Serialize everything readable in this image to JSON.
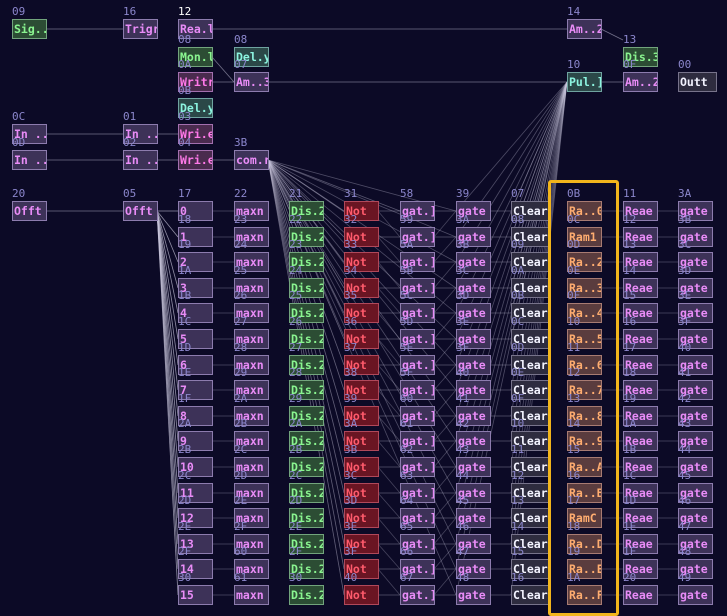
{
  "colors": {
    "background": "#0c0a26",
    "highlight": "#f2b51c"
  },
  "nodes": [
    {
      "id": "09",
      "label": "Sig..t",
      "kind": "green"
    },
    {
      "id": "16",
      "label": "Trigr",
      "kind": "pink"
    },
    {
      "id": "12",
      "label": "Rea.l",
      "kind": "pink",
      "bright": true
    },
    {
      "id": "08",
      "label": "Mon.l",
      "kind": "green"
    },
    {
      "id": "08",
      "label": "Del.y",
      "kind": "cyan"
    },
    {
      "id": "0A",
      "label": "Writr",
      "kind": "magenta"
    },
    {
      "id": "07",
      "label": "Am..3",
      "kind": "pink"
    },
    {
      "id": "0B",
      "label": "Del.y",
      "kind": "cyan"
    },
    {
      "id": "14",
      "label": "Am..2",
      "kind": "pink"
    },
    {
      "id": "13",
      "label": "Dis.3",
      "kind": "green"
    },
    {
      "id": "10",
      "label": "Pul.]",
      "kind": "cyan"
    },
    {
      "id": "0F",
      "label": "Am..2",
      "kind": "pink"
    },
    {
      "id": "00",
      "label": "Outt",
      "kind": "white"
    },
    {
      "id": "0C",
      "label": "In ..h",
      "kind": "pink"
    },
    {
      "id": "01",
      "label": "In ..h",
      "kind": "pink"
    },
    {
      "id": "03",
      "label": "Wri.e",
      "kind": "magenta"
    },
    {
      "id": "0D",
      "label": "In ..w",
      "kind": "pink"
    },
    {
      "id": "02",
      "label": "In ..w",
      "kind": "pink"
    },
    {
      "id": "04",
      "label": "Wri.e",
      "kind": "magenta"
    },
    {
      "id": "3B",
      "label": "com.r",
      "kind": "pink"
    },
    {
      "id": "20",
      "label": "Offt",
      "kind": "pink"
    },
    {
      "id": "05",
      "label": "Offt",
      "kind": "pink"
    }
  ],
  "columns": [
    {
      "kind": "pink",
      "ids": [
        "17",
        "18",
        "19",
        "1A",
        "1B",
        "1C",
        "1D",
        "1E",
        "1F",
        "2A",
        "2B",
        "2C",
        "2D",
        "2E",
        "2F",
        "30"
      ],
      "labels": [
        "0",
        "1",
        "2",
        "3",
        "4",
        "5",
        "6",
        "7",
        "8",
        "9",
        "10",
        "11",
        "12",
        "13",
        "14",
        "15"
      ]
    },
    {
      "kind": "pink",
      "ids": [
        "22",
        "23",
        "24",
        "25",
        "26",
        "27",
        "28",
        "29",
        "2A",
        "2B",
        "2C",
        "2D",
        "2E",
        "2F",
        "60",
        "61"
      ],
      "labels": [
        "maxn",
        "maxn",
        "maxn",
        "maxn",
        "maxn",
        "maxn",
        "maxn",
        "maxn",
        "maxn",
        "maxn",
        "maxn",
        "maxn",
        "maxn",
        "maxn",
        "maxn",
        "maxn"
      ]
    },
    {
      "kind": "green",
      "ids": [
        "21",
        "22",
        "23",
        "24",
        "25",
        "26",
        "27",
        "28",
        "29",
        "2A",
        "2B",
        "2C",
        "2D",
        "2E",
        "2F",
        "30"
      ],
      "labels": [
        "Dis.2",
        "Dis.2",
        "Dis.2",
        "Dis.2",
        "Dis.2",
        "Dis.2",
        "Dis.2",
        "Dis.2",
        "Dis.2",
        "Dis.2",
        "Dis.2",
        "Dis.2",
        "Dis.2",
        "Dis.2",
        "Dis.2",
        "Dis.2"
      ]
    },
    {
      "kind": "red",
      "ids": [
        "31",
        "32",
        "33",
        "34",
        "35",
        "36",
        "37",
        "38",
        "39",
        "3A",
        "3B",
        "3C",
        "3D",
        "3E",
        "3F",
        "40"
      ],
      "labels": [
        "Not",
        "Not",
        "Not",
        "Not",
        "Not",
        "Not",
        "Not",
        "Not",
        "Not",
        "Not",
        "Not",
        "Not",
        "Not",
        "Not",
        "Not",
        "Not"
      ]
    },
    {
      "kind": "pink",
      "ids": [
        "58",
        "59",
        "5A",
        "5B",
        "5C",
        "5D",
        "5E",
        "5F",
        "60",
        "61",
        "62",
        "63",
        "64",
        "65",
        "66",
        "67"
      ],
      "labels": [
        "gat.]",
        "gat.]",
        "gat.]",
        "gat.]",
        "gat.]",
        "gat.]",
        "gat.]",
        "gat.]",
        "gat.]",
        "gat.]",
        "gat.]",
        "gat.]",
        "gat.]",
        "gat.]",
        "gat.]",
        "gat.]"
      ]
    },
    {
      "kind": "pink",
      "ids": [
        "39",
        "3A",
        "3B",
        "3C",
        "3D",
        "3E",
        "3F",
        "40",
        "41",
        "42",
        "43",
        "44",
        "45",
        "46",
        "47",
        "48"
      ],
      "labels": [
        "gate",
        "gate",
        "gate",
        "gate",
        "gate",
        "gate",
        "gate",
        "gate",
        "gate",
        "gate",
        "gate",
        "gate",
        "gate",
        "gate",
        "gate",
        "gate"
      ]
    },
    {
      "kind": "white",
      "ids": [
        "07",
        "08",
        "09",
        "0A",
        "0B",
        "0C",
        "0D",
        "0E",
        "0F",
        "10",
        "11",
        "12",
        "13",
        "14",
        "15",
        "16"
      ],
      "labels": [
        "Clear",
        "Clear",
        "Clear",
        "Clear",
        "Clear",
        "Clear",
        "Clear",
        "Clear",
        "Clear",
        "Clear",
        "Clear",
        "Clear",
        "Clear",
        "Clear",
        "Clear",
        "Clear"
      ]
    },
    {
      "kind": "orange",
      "ids": [
        "0B",
        "0C",
        "0D",
        "0E",
        "0F",
        "10",
        "11",
        "12",
        "13",
        "14",
        "15",
        "16",
        "17",
        "18",
        "19",
        "1A"
      ],
      "labels": [
        "Ra..0",
        "Ram1",
        "Ra..2",
        "Ra..3",
        "Ra..4",
        "Ra..5",
        "Ra..6",
        "Ra..7",
        "Ra..8",
        "Ra..9",
        "Ra..A",
        "Ra..B",
        "RamC",
        "Ra..D",
        "Ra..E",
        "Ra..F"
      ]
    },
    {
      "kind": "pink",
      "ids": [
        "11",
        "12",
        "13",
        "14",
        "15",
        "16",
        "17",
        "18",
        "19",
        "1A",
        "1B",
        "1C",
        "1D",
        "1E",
        "1F",
        "20"
      ],
      "labels": [
        "Reae",
        "Reae",
        "Reae",
        "Reae",
        "Reae",
        "Reae",
        "Reae",
        "Reae",
        "Reae",
        "Reae",
        "Reae",
        "Reae",
        "Reae",
        "Reae",
        "Reae",
        "Reae"
      ]
    },
    {
      "kind": "pink",
      "ids": [
        "3A",
        "3B",
        "3C",
        "3D",
        "3E",
        "3F",
        "40",
        "41",
        "42",
        "43",
        "44",
        "45",
        "46",
        "47",
        "48",
        "49"
      ],
      "labels": [
        "gate",
        "gate",
        "gate",
        "gate",
        "gate",
        "gate",
        "gate",
        "gate",
        "gate",
        "gate",
        "gate",
        "gate",
        "gate",
        "gate",
        "gate",
        "gate"
      ]
    }
  ]
}
